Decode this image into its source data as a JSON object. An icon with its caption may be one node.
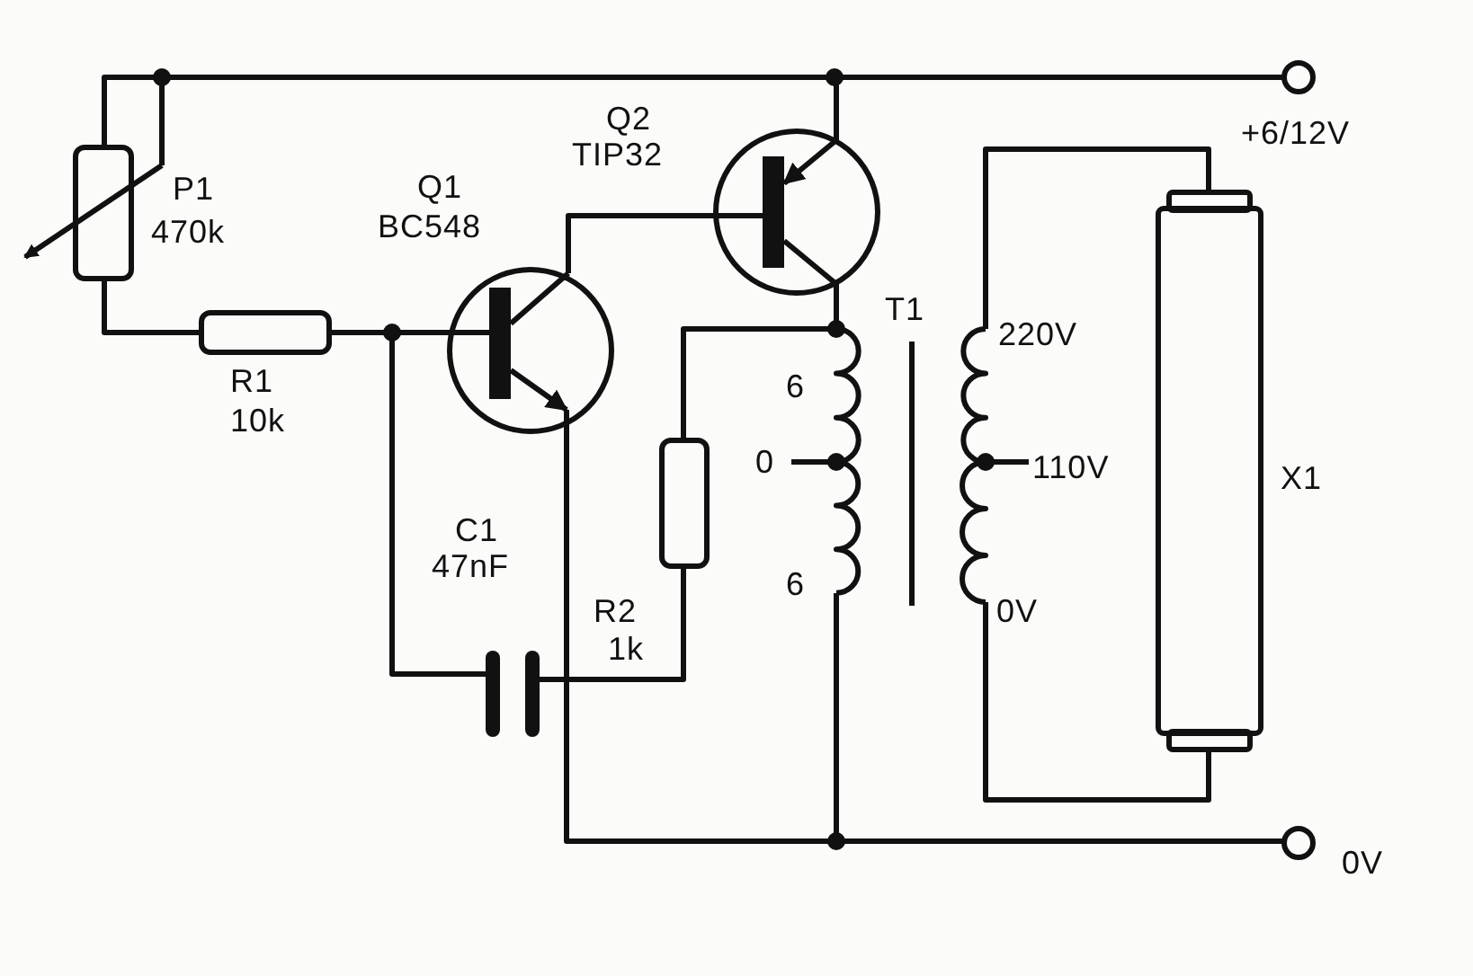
{
  "diagram": {
    "labels": [
      "Q2",
      "TIP32",
      "+6/12V",
      "P1",
      "Q1",
      "470k",
      "BC548",
      "T1",
      "220V",
      "6",
      "R1",
      "0",
      "110V",
      "X1",
      "10k",
      "C1",
      "47nF",
      "6",
      "0V",
      "R2",
      "1k",
      "0V"
    ]
  }
}
